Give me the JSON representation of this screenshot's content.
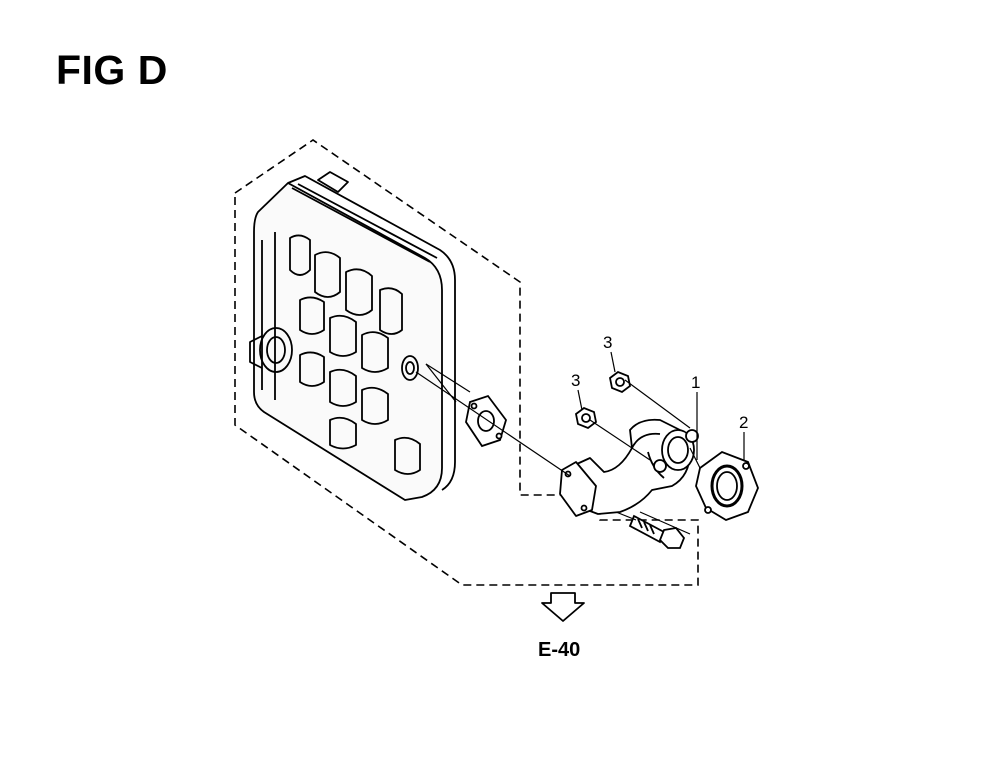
{
  "figure": {
    "title": "FIG D",
    "reference": "E-40"
  },
  "callouts": [
    {
      "label": "1",
      "part": "exhaust elbow pipe"
    },
    {
      "label": "2",
      "part": "gasket"
    },
    {
      "label": "3",
      "part": "nut"
    },
    {
      "label": "3",
      "part": "nut"
    }
  ],
  "colors": {
    "line": "#000000",
    "background": "#ffffff"
  }
}
